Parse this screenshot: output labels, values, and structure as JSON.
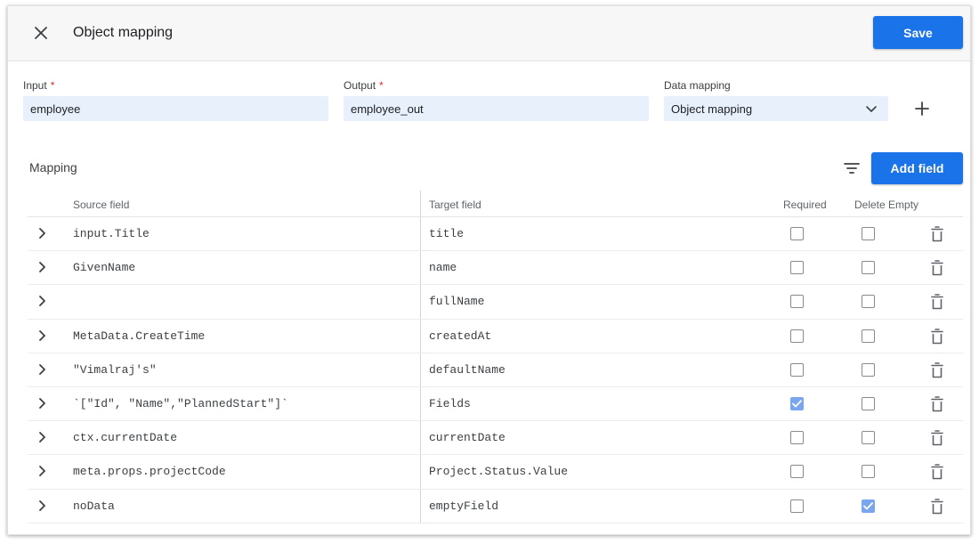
{
  "header": {
    "title": "Object mapping",
    "save_label": "Save"
  },
  "form": {
    "input": {
      "label": "Input",
      "required_mark": "*",
      "value": "employee"
    },
    "output": {
      "label": "Output",
      "required_mark": "*",
      "value": "employee_out"
    },
    "data_mapping": {
      "label": "Data mapping",
      "selected": "Object mapping"
    }
  },
  "mapping": {
    "title": "Mapping",
    "add_field_label": "Add field",
    "columns": {
      "source": "Source field",
      "target": "Target field",
      "required": "Required",
      "delete_empty": "Delete Empty"
    },
    "rows": [
      {
        "source": "input.Title",
        "target": "title",
        "required": false,
        "delete_empty": false
      },
      {
        "source": "GivenName",
        "target": "name",
        "required": false,
        "delete_empty": false
      },
      {
        "source": "",
        "target": "fullName",
        "required": false,
        "delete_empty": false
      },
      {
        "source": "MetaData.CreateTime",
        "target": "createdAt",
        "required": false,
        "delete_empty": false
      },
      {
        "source": "\"Vimalraj's\"",
        "target": "defaultName",
        "required": false,
        "delete_empty": false
      },
      {
        "source": "`[\"Id\", \"Name\",\"PlannedStart\"]`",
        "target": "Fields",
        "required": true,
        "delete_empty": false
      },
      {
        "source": "ctx.currentDate",
        "target": "currentDate",
        "required": false,
        "delete_empty": false
      },
      {
        "source": "meta.props.projectCode",
        "target": "Project.Status.Value",
        "required": false,
        "delete_empty": false
      },
      {
        "source": "noData",
        "target": "emptyField",
        "required": false,
        "delete_empty": true
      }
    ]
  },
  "colors": {
    "primary": "#1a73e8",
    "field_bg": "#e8f1fb",
    "checkbox_checked": "#7aa6f0",
    "required_star": "#d93025"
  },
  "icons": {
    "close": "close-icon",
    "dropdown": "chevron-down-icon",
    "add": "plus-icon",
    "filter": "filter-icon",
    "expand": "chevron-right-icon",
    "delete": "trash-icon",
    "check": "check-icon"
  }
}
